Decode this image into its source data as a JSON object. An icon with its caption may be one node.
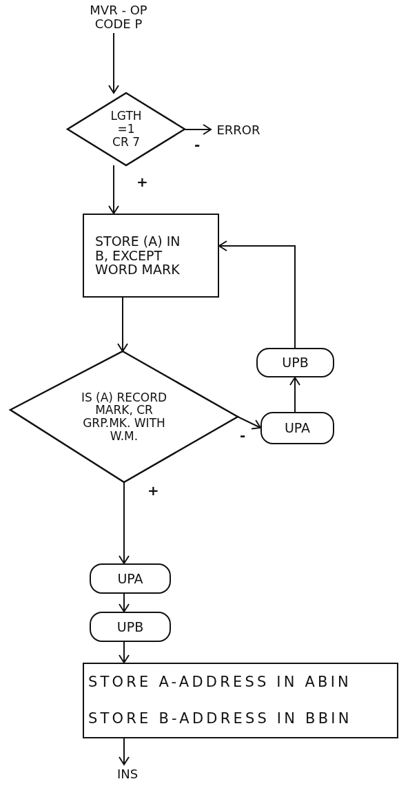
{
  "diagram": {
    "nodes": [
      {
        "text": [
          "MVR - OP CODE P"
        ]
      },
      {
        "text": [
          "LGTH =1 CR 7"
        ]
      },
      {
        "text": [
          "ERROR"
        ]
      },
      {
        "text": [
          "STORE (A) IN B, EXCEPT WORD MARK"
        ]
      },
      {
        "text": [
          "IS (A) RECORD MARK, CR GRP.MK. WITH W.M."
        ]
      },
      {
        "text": [
          "UPA"
        ]
      },
      {
        "text": [
          "UPB"
        ]
      },
      {
        "text": [
          "UPA"
        ]
      },
      {
        "text": [
          "UPB"
        ]
      },
      {
        "text": [
          "STORE A-ADDRESS IN ABIN",
          "STORE B-ADDRESS IN BBIN"
        ]
      },
      {
        "text": [
          "INS"
        ]
      }
    ],
    "edges": [
      {
        "from": 0,
        "to": 1,
        "arrow": "to"
      },
      {
        "from": 1,
        "to": 2,
        "arrow": "to",
        "label": "-"
      },
      {
        "from": 1,
        "to": 3,
        "arrow": "to",
        "label": "+"
      },
      {
        "from": 3,
        "to": 4,
        "arrow": "to"
      },
      {
        "from": 4,
        "to": 5,
        "arrow": "to",
        "label": "-"
      },
      {
        "from": 5,
        "to": 6,
        "arrow": "to"
      },
      {
        "from": 6,
        "to": 3,
        "arrow": "to"
      },
      {
        "from": 4,
        "to": 7,
        "arrow": "to",
        "label": "+"
      },
      {
        "from": 7,
        "to": 8,
        "arrow": "to"
      },
      {
        "from": 8,
        "to": 9,
        "arrow": "to"
      },
      {
        "from": 9,
        "to": 10,
        "arrow": "to"
      }
    ]
  }
}
